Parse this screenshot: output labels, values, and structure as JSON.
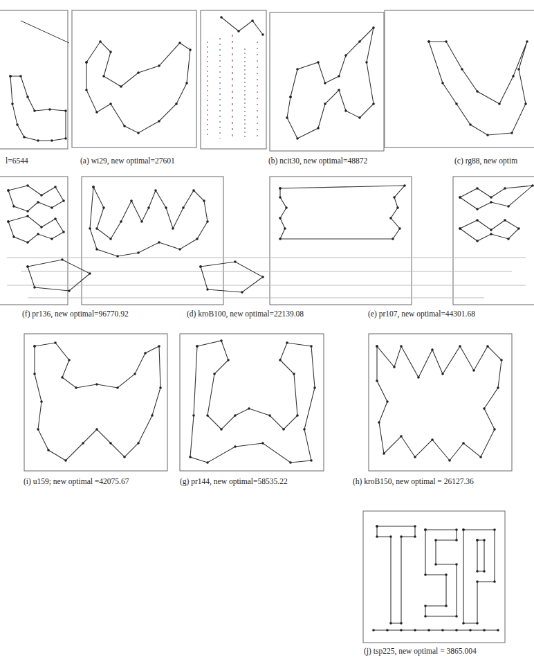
{
  "diagram": {
    "labels": [
      "l=6544",
      "(a) wi29, new optimal=27601",
      "(b) ncit30, new optimal=48872",
      "(c) rg88, new optim",
      "(f) pr136, new optimal=96770.92",
      "(d) kroB100, new optimal=22139.08",
      "(e) pr107, new optimal=44301.68",
      "(i) u159; new optimal =42075.67",
      "(g) pr144, new optimal=58535.22",
      "(h) kroB150, new optimal = 26127.36",
      "(j) tsp225, new optimal = 3865.004"
    ]
  }
}
